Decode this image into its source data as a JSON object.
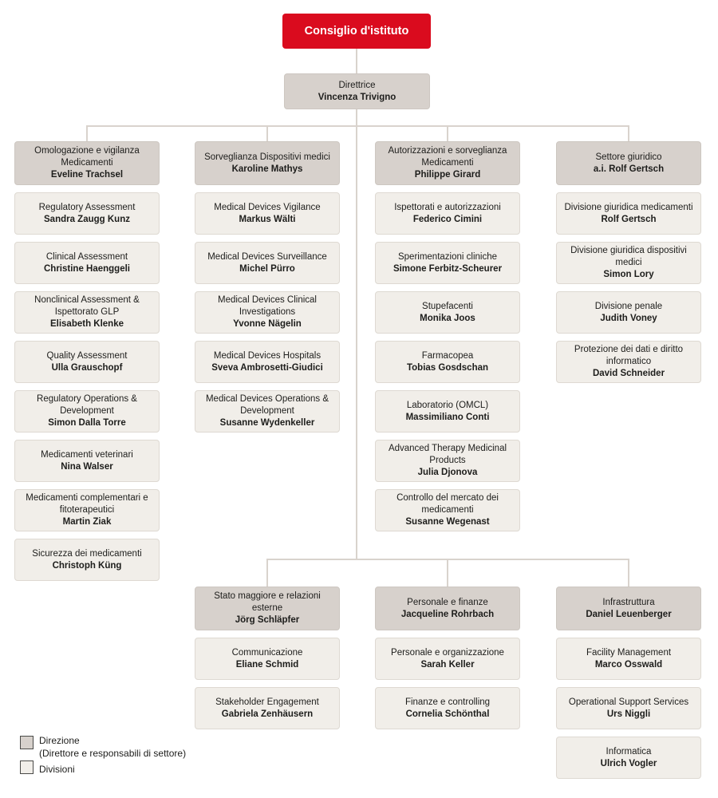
{
  "root": {
    "label": "Consiglio d'istituto"
  },
  "director": {
    "label": "Direttrice",
    "name": "Vincenza Trivigno"
  },
  "top_columns": [
    {
      "head": {
        "label": "Omologazione e vigilanza Medicamenti",
        "name": "Eveline Trachsel"
      },
      "units": [
        {
          "label": "Regulatory Assessment",
          "name": "Sandra Zaugg Kunz"
        },
        {
          "label": "Clinical Assessment",
          "name": "Christine Haenggeli"
        },
        {
          "label": "Nonclinical Assessment & Ispettorato GLP",
          "name": "Elisabeth Klenke"
        },
        {
          "label": "Quality Assessment",
          "name": "Ulla Grauschopf"
        },
        {
          "label": "Regulatory Operations & Development",
          "name": "Simon Dalla Torre"
        },
        {
          "label": "Medicamenti veterinari",
          "name": "Nina Walser"
        },
        {
          "label": "Medicamenti complementari e fitoterapeutici",
          "name": "Martin Ziak"
        },
        {
          "label": "Sicurezza dei medicamenti",
          "name": "Christoph Küng"
        }
      ]
    },
    {
      "head": {
        "label": "Sorveglianza Dispositivi medici",
        "name": "Karoline Mathys"
      },
      "units": [
        {
          "label": "Medical Devices Vigilance",
          "name": "Markus Wälti"
        },
        {
          "label": "Medical Devices Surveillance",
          "name": "Michel Pürro"
        },
        {
          "label": "Medical Devices Clinical Investigations",
          "name": "Yvonne Nägelin"
        },
        {
          "label": "Medical Devices Hospitals",
          "name": "Sveva Ambrosetti-Giudici"
        },
        {
          "label": "Medical Devices Operations & Development",
          "name": "Susanne Wydenkeller"
        }
      ]
    },
    {
      "head": {
        "label": "Autorizzazioni e sorveglianza Medicamenti",
        "name": "Philippe Girard"
      },
      "units": [
        {
          "label": "Ispettorati e autorizzazioni",
          "name": "Federico Cimini"
        },
        {
          "label": "Sperimentazioni cliniche",
          "name": "Simone Ferbitz-Scheurer"
        },
        {
          "label": "Stupefacenti",
          "name": "Monika Joos"
        },
        {
          "label": "Farmacopea",
          "name": "Tobias Gosdschan"
        },
        {
          "label": "Laboratorio (OMCL)",
          "name": "Massimiliano Conti"
        },
        {
          "label": "Advanced Therapy Medicinal Products",
          "name": "Julia Djonova"
        },
        {
          "label": "Controllo del mercato dei medicamenti",
          "name": "Susanne Wegenast"
        }
      ]
    },
    {
      "head": {
        "label": "Settore giuridico",
        "name": "a.i. Rolf Gertsch"
      },
      "units": [
        {
          "label": "Divisione giuridica medicamenti",
          "name": "Rolf Gertsch"
        },
        {
          "label": "Divisione giuridica dispositivi medici",
          "name": "Simon Lory"
        },
        {
          "label": "Divisione penale",
          "name": "Judith Voney"
        },
        {
          "label": "Protezione dei dati e diritto informatico",
          "name": "David Schneider"
        }
      ]
    }
  ],
  "bottom_columns": [
    {
      "head": {
        "label": "Stato maggiore e relazioni esterne",
        "name": "Jörg Schläpfer"
      },
      "units": [
        {
          "label": "Communicazione",
          "name": "Eliane Schmid"
        },
        {
          "label": "Stakeholder Engagement",
          "name": "Gabriela Zenhäusern"
        }
      ]
    },
    {
      "head": {
        "label": "Personale e finanze",
        "name": "Jacqueline Rohrbach"
      },
      "units": [
        {
          "label": "Personale e organizzazione",
          "name": "Sarah Keller"
        },
        {
          "label": "Finanze e controlling",
          "name": "Cornelia Schönthal"
        }
      ]
    },
    {
      "head": {
        "label": "Infrastruttura",
        "name": "Daniel Leuenberger"
      },
      "units": [
        {
          "label": "Facility Management",
          "name": "Marco Osswald"
        },
        {
          "label": "Operational Support Services",
          "name": "Urs Niggli"
        },
        {
          "label": "Informatica",
          "name": "Ulrich Vogler"
        }
      ]
    }
  ],
  "legend": {
    "direzione": {
      "label": "Direzione",
      "sublabel": "(Direttore e responsabili di settore)"
    },
    "divisioni": {
      "label": "Divisioni"
    }
  },
  "colors": {
    "board_red": "#da0b1e",
    "direzione_fill": "#d7d1cc",
    "divisioni_fill": "#f1eee9",
    "connector": "#d9d3cd",
    "text": "#1d1d1b"
  }
}
